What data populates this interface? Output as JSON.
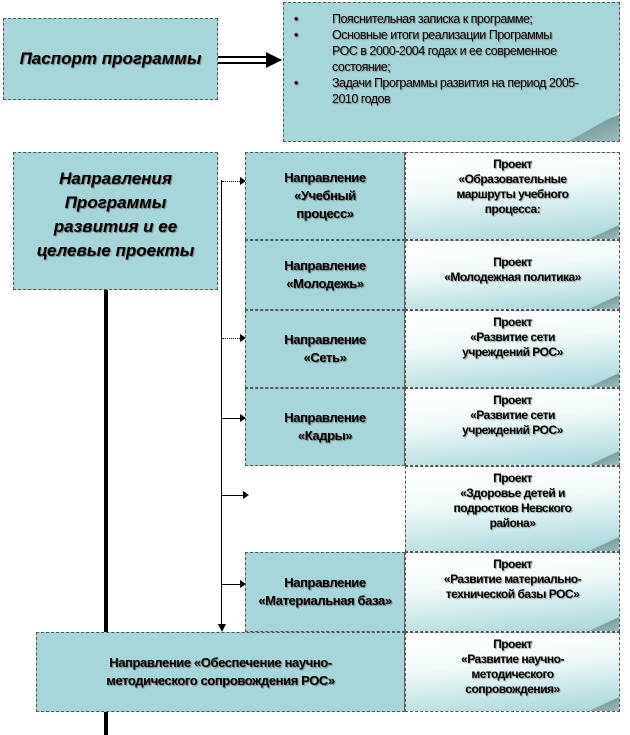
{
  "passport": {
    "title": "Паспорт программы"
  },
  "notes": {
    "items": [
      "Пояснительная записка к программе;",
      "Основные итоги реализации Программы РОС в 2000-2004 годах и ее современное состояние;",
      "Задачи Программы развития на период 2005-2010 годов"
    ]
  },
  "directions_box": {
    "title": "Направления Программы развития и ее целевые проекты"
  },
  "rows": [
    {
      "direction": "Направление «Учебный процесс»",
      "project_label": "Проект",
      "project": "«Образовательные маршруты учебного процесса:"
    },
    {
      "direction": "Направление «Молодежь»",
      "project_label": "Проект",
      "project": "«Молодежная политика»"
    },
    {
      "direction": "Направление «Сеть»",
      "project_label": "Проект",
      "project": "«Развитие сети учреждений РОС»"
    },
    {
      "direction": "Направление «Кадры»",
      "project_label": "Проект",
      "project": "«Развитие сети учреждений РОС»"
    },
    {
      "direction": "",
      "project_label": "Проект",
      "project": "«Здоровье детей и подростков Невского района»"
    },
    {
      "direction": "Направление «Материальная база»",
      "project_label": "Проект",
      "project": "«Развитие материально-технической базы РОС»"
    },
    {
      "direction": "Направление «Обеспечение научно-методического сопровождения РОС»",
      "project_label": "Проект",
      "project": "«Развитие научно-методического сопровождения»"
    }
  ]
}
